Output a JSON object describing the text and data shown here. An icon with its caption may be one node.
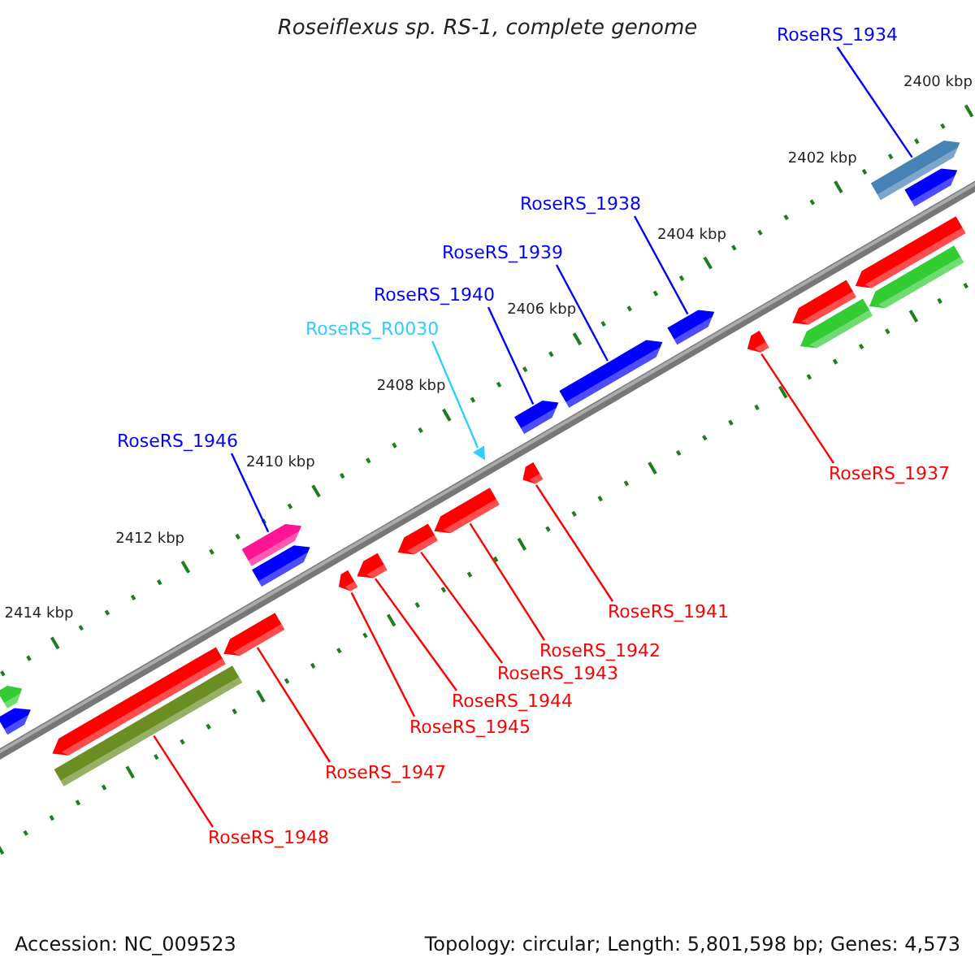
{
  "diagram": {
    "title": "Roseiflexus sp. RS-1, complete genome",
    "nodes": [
      {
        "text": [
          "RoseRS_1934"
        ]
      },
      {
        "text": [
          "RoseRS_1938"
        ]
      },
      {
        "text": [
          "RoseRS_1939"
        ]
      },
      {
        "text": [
          "RoseRS_1940"
        ]
      },
      {
        "text": [
          "RoseRS_R0030"
        ]
      },
      {
        "text": [
          "RoseRS_1946"
        ]
      },
      {
        "text": [
          "RoseRS_1937"
        ]
      },
      {
        "text": [
          "RoseRS_1941"
        ]
      },
      {
        "text": [
          "RoseRS_1942"
        ]
      },
      {
        "text": [
          "RoseRS_1943"
        ]
      },
      {
        "text": [
          "RoseRS_1944"
        ]
      },
      {
        "text": [
          "RoseRS_1945"
        ]
      },
      {
        "text": [
          "RoseRS_1947"
        ]
      },
      {
        "text": [
          "RoseRS_1948"
        ]
      },
      {
        "text": [],
        "shape": "arrow"
      },
      {
        "text": [],
        "shape": "arrow"
      },
      {
        "text": [],
        "shape": "arrow"
      },
      {
        "text": [],
        "shape": "arrow"
      },
      {
        "text": [],
        "shape": "triangle"
      },
      {
        "text": [],
        "shape": "arrow"
      },
      {
        "text": [],
        "shape": "arrow"
      },
      {
        "text": [],
        "shape": "arrow"
      },
      {
        "text": [],
        "shape": "arrow"
      },
      {
        "text": [],
        "shape": "arrow"
      },
      {
        "text": [],
        "shape": "arrow"
      },
      {
        "text": [],
        "shape": "arrow"
      },
      {
        "text": [],
        "shape": "arrow"
      },
      {
        "text": [],
        "shape": "bar"
      },
      {
        "text": [],
        "shape": "arrow"
      },
      {
        "text": [],
        "shape": "arrow"
      },
      {
        "text": [],
        "shape": "arrow"
      },
      {
        "text": [],
        "shape": "arrow"
      },
      {
        "text": [],
        "shape": "arrow"
      },
      {
        "text": [],
        "shape": "arrow"
      },
      {
        "text": [],
        "shape": "arrow"
      },
      {
        "text": [],
        "shape": "arrow"
      },
      {
        "text": [],
        "shape": "arrow"
      }
    ],
    "edges": [
      {
        "from": 0,
        "to": 14,
        "arrow": "none",
        "color": "#0000ff"
      },
      {
        "from": 1,
        "to": 15,
        "arrow": "none",
        "color": "#0000ff"
      },
      {
        "from": 2,
        "to": 16,
        "arrow": "none",
        "color": "#0000ff"
      },
      {
        "from": 3,
        "to": 17,
        "arrow": "none",
        "color": "#0000ff"
      },
      {
        "from": 4,
        "to": 18,
        "arrow": "none",
        "color": "#33ccff"
      },
      {
        "from": 5,
        "to": 19,
        "arrow": "none",
        "color": "#0000ff"
      },
      {
        "from": 6,
        "to": 20,
        "arrow": "none"
      },
      {
        "from": 7,
        "to": 21,
        "arrow": "none"
      },
      {
        "from": 8,
        "to": 22,
        "arrow": "none"
      },
      {
        "from": 9,
        "to": 23,
        "arrow": "none"
      },
      {
        "from": 10,
        "to": 24,
        "arrow": "none"
      },
      {
        "from": 11,
        "to": 25,
        "arrow": "none"
      },
      {
        "from": 12,
        "to": 26,
        "arrow": "none"
      },
      {
        "from": 13,
        "to": 27,
        "arrow": "none"
      }
    ],
    "labels": [
      "2400 kbp",
      "2402 kbp",
      "2404 kbp",
      "2406 kbp",
      "2408 kbp",
      "2410 kbp",
      "2412 kbp",
      "2414 kbp",
      "Accession: NC_009523",
      "Topology: circular; Length: 5,801,598 bp; Genes: 4,573"
    ]
  }
}
